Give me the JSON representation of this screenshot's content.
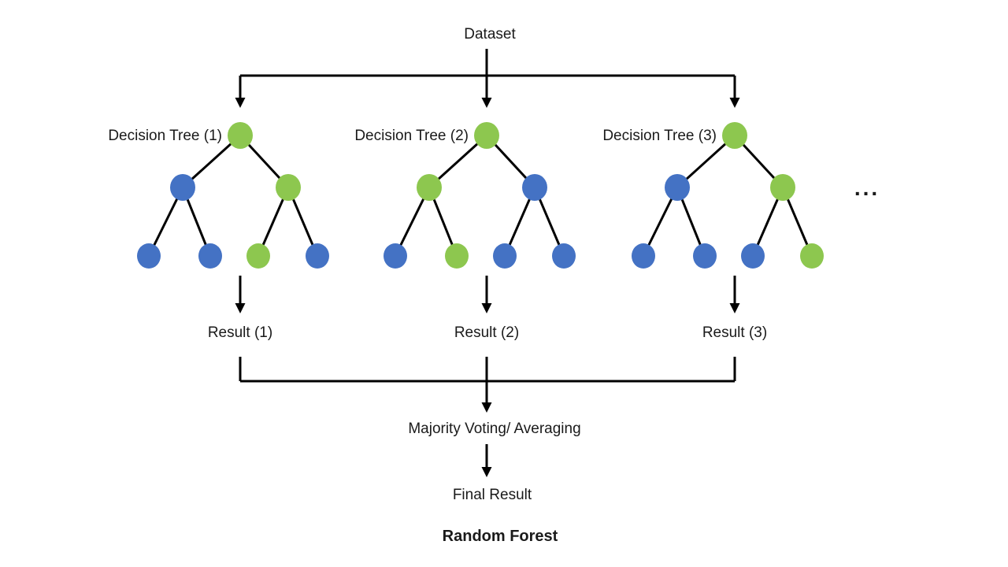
{
  "palette": {
    "green": "#8DC74F",
    "blue": "#4472C4",
    "line": "#000000",
    "text": "#1A1A1A"
  },
  "header": {
    "dataset_label": "Dataset"
  },
  "trees": [
    {
      "label": "Decision Tree (1)",
      "result_label": "Result (1)",
      "root": "green",
      "children": [
        "blue",
        "green"
      ],
      "leaves": [
        "blue",
        "blue",
        "green",
        "blue"
      ]
    },
    {
      "label": "Decision Tree (2)",
      "result_label": "Result (2)",
      "root": "green",
      "children": [
        "green",
        "blue"
      ],
      "leaves": [
        "blue",
        "green",
        "blue",
        "blue"
      ]
    },
    {
      "label": "Decision Tree (3)",
      "result_label": "Result (3)",
      "root": "green",
      "children": [
        "blue",
        "green"
      ],
      "leaves": [
        "blue",
        "blue",
        "blue",
        "green"
      ]
    }
  ],
  "more_trees_indicator": "...",
  "aggregation": {
    "label": "Majority Voting/ Averaging",
    "final_label": "Final Result"
  },
  "footer": {
    "title": "Random Forest"
  }
}
